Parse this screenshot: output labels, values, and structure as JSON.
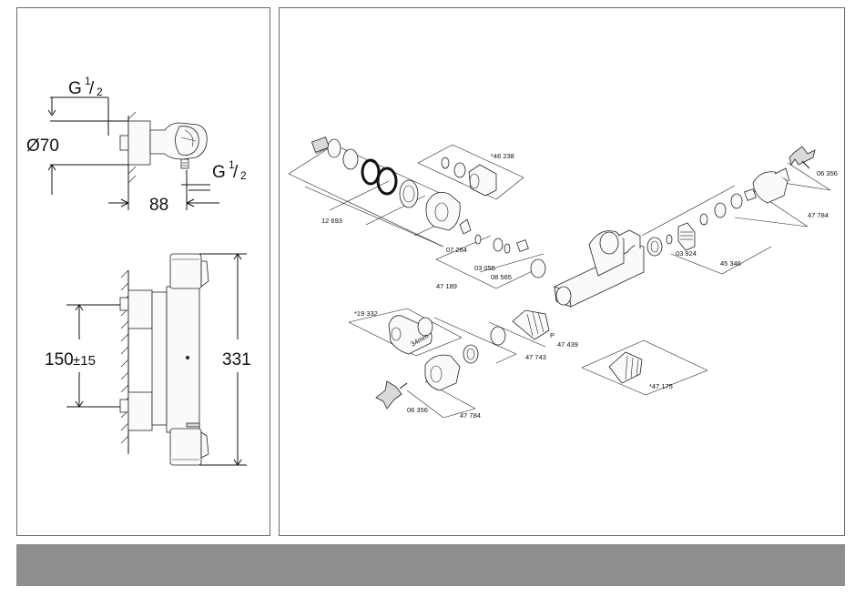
{
  "left_panel": {
    "dimensions": {
      "top_thread": "G",
      "top_thread_num": "1",
      "top_thread_den": "2",
      "diameter": "Ø70",
      "side_thread": "G",
      "side_thread_num": "1",
      "side_thread_den": "2",
      "depth": "88",
      "spacing": "150",
      "spacing_tol": "±15",
      "height": "331"
    }
  },
  "right_panel": {
    "part_numbers": {
      "p46238": "*46 238",
      "p12693": "12 693",
      "p07264": "07 264",
      "p03055": "03 055",
      "p08565": "08 565",
      "p47189": "47 189",
      "p06356_top": "06 356",
      "p47784_top": "47 784",
      "p03924": "03 924",
      "p45346": "45 346",
      "p19332": "*19 332",
      "p34mm": "34mm",
      "pP": "P",
      "p47439": "47 439",
      "p47743": "47 743",
      "p47175": "*47 175",
      "p06356_bottom": "06 356",
      "p47784_bottom": "47 784"
    }
  },
  "colors": {
    "panel_border": "#6b6b6b",
    "footer_bar": "#8e8e8e",
    "line": "#111111"
  }
}
